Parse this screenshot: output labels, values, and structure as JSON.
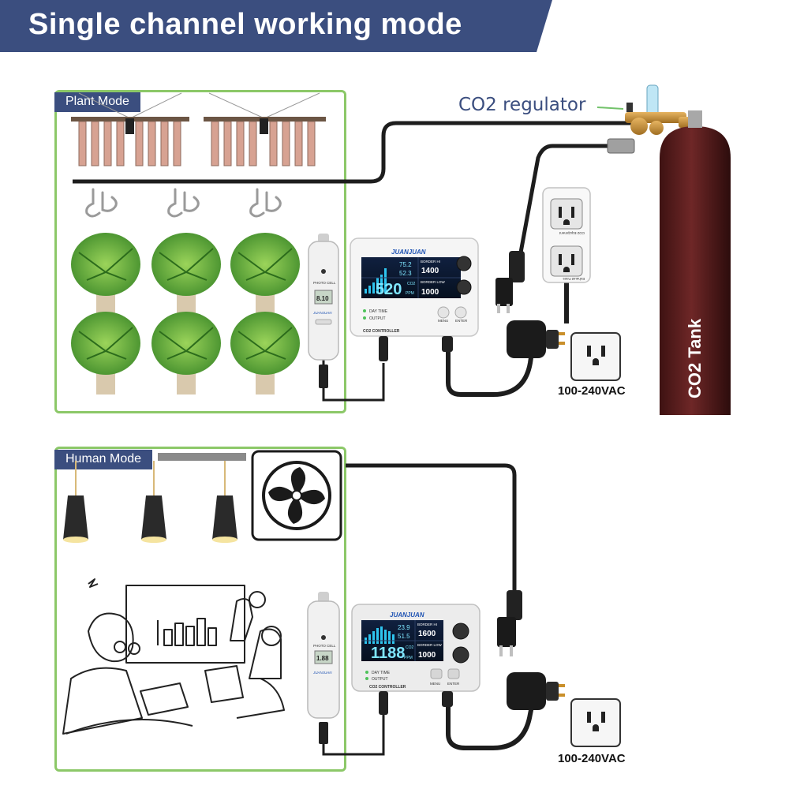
{
  "title": "Single channel working mode",
  "modes": {
    "plant": "Plant Mode",
    "human": "Human Mode"
  },
  "labels": {
    "co2_regulator": "CO2 regulator",
    "co2_tank": "CO2 Tank",
    "voltage": "100-240VAC"
  },
  "controller": {
    "brand": "JUANJUAN",
    "name": "CO2 CONTROLLER",
    "border_hi": "BORDER HI",
    "border_low": "BORDER LOW",
    "day_time": "DAY TIME",
    "output": "OUTPUT",
    "menu": "MENU",
    "enter": "ENTER",
    "unit_ppm": "PPM",
    "unit_co2": "CO2",
    "top": {
      "reading": "520",
      "hi": "1400",
      "low": "1000",
      "temp": "75.2",
      "hum": "52.3"
    },
    "bottom": {
      "reading": "1188",
      "hi": "1600",
      "low": "1000",
      "temp": "23.9",
      "hum": "51.5"
    }
  },
  "photocell": {
    "label": "PHOTO CELL",
    "top_reading": "8.10",
    "bottom_reading": "1.88",
    "brand": "JUANJUAN"
  },
  "outlet_strip": {
    "label1": "CO2 Equipment",
    "label2": "Exhaust Fans"
  },
  "colors": {
    "banner": "#3b4e7f",
    "mode_border": "#8cc868",
    "tank": "#5a1e1f",
    "lcd": "#0d1a33"
  }
}
